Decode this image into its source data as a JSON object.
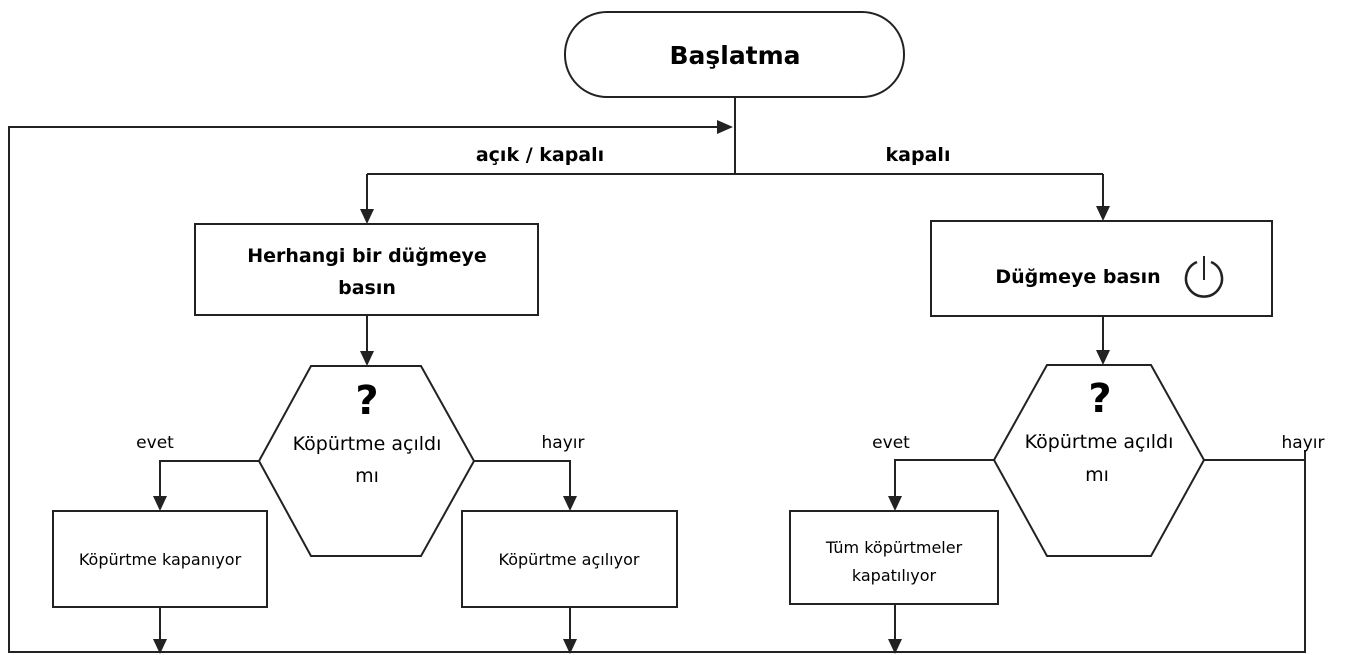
{
  "start": {
    "label": "Başlatma"
  },
  "branches": {
    "left_label": "açık / kapalı",
    "right_label": "kapalı"
  },
  "left": {
    "action_line1": "Herhangi bir düğmeye",
    "action_line2": "basın",
    "decision_mark": "?",
    "decision_line1": "Köpürtme açıldı",
    "decision_line2": "mı",
    "yes_label": "evet",
    "no_label": "hayır",
    "yes_result": "Köpürtme kapanıyor",
    "no_result": "Köpürtme açılıyor"
  },
  "right": {
    "action": "Düğmeye basın",
    "action_icon": "power-icon",
    "decision_mark": "?",
    "decision_line1": "Köpürtme açıldı",
    "decision_line2": "mı",
    "yes_label": "evet",
    "no_label": "hayır",
    "yes_result_line1": "Tüm köpürtmeler",
    "yes_result_line2": "kapatılıyor"
  }
}
